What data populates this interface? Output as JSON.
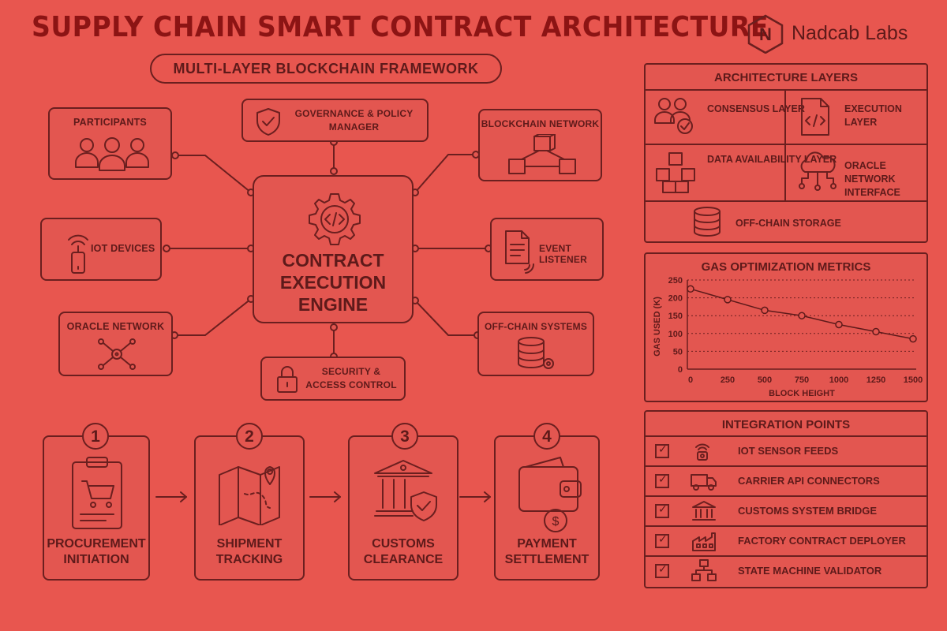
{
  "header": {
    "title": "SUPPLY CHAIN SMART CONTRACT ARCHITECTURE",
    "subtitle": "MULTI-LAYER BLOCKCHAIN FRAMEWORK",
    "brand": "Nadcab Labs",
    "brand_logo_letter": "N"
  },
  "diagram": {
    "center": {
      "label": "CONTRACT EXECUTION ENGINE",
      "lines": [
        "CONTRACT",
        "EXECUTION",
        "ENGINE"
      ]
    },
    "nodes": {
      "participants": "PARTICIPANTS",
      "governance": "GOVERNANCE & POLICY MANAGER",
      "blockchain": "BLOCKCHAIN NETWORK",
      "iot": "IOT DEVICES",
      "event": "EVENT LISTENER",
      "oracle": "ORACLE NETWORK",
      "offchain": "OFF-CHAIN SYSTEMS",
      "security": "SECURITY & ACCESS CONTROL"
    }
  },
  "steps": [
    {
      "number": "1",
      "label": "PROCUREMENT INITIATION",
      "icon": "clipboard-cart-icon"
    },
    {
      "number": "2",
      "label": "SHIPMENT TRACKING",
      "icon": "map-pin-icon"
    },
    {
      "number": "3",
      "label": "CUSTOMS CLEARANCE",
      "icon": "bank-shield-icon"
    },
    {
      "number": "4",
      "label": "PAYMENT SETTLEMENT",
      "icon": "wallet-dollar-icon"
    }
  ],
  "layers": {
    "title": "ARCHITECTURE LAYERS",
    "consensus": "CONSENSUS LAYER",
    "execution": "EXECUTION LAYER",
    "data": "DATA AVAILABILITY LAYER",
    "oracle": "ORACLE NETWORK INTERFACE",
    "storage": "OFF-CHAIN STORAGE"
  },
  "gas": {
    "title": "GAS OPTIMIZATION METRICS"
  },
  "chart_data": {
    "type": "line",
    "title": "GAS OPTIMIZATION METRICS",
    "xlabel": "BLOCK HEIGHT",
    "ylabel": "GAS USED (K)",
    "x": [
      0,
      250,
      500,
      750,
      1000,
      1250,
      1500
    ],
    "y": [
      225,
      195,
      165,
      150,
      125,
      105,
      85
    ],
    "xlim": [
      0,
      1500
    ],
    "ylim": [
      0,
      250
    ],
    "xticks": [
      0,
      250,
      500,
      750,
      1000,
      1250,
      1500
    ],
    "yticks": [
      0,
      50,
      100,
      150,
      200,
      250
    ],
    "grid": "horizontal dotted"
  },
  "integration": {
    "title": "INTEGRATION POINTS",
    "items": [
      {
        "label": "IOT SENSOR FEEDS",
        "icon": "sensor-icon",
        "checked": true
      },
      {
        "label": "CARRIER API CONNECTORS",
        "icon": "truck-icon",
        "checked": true
      },
      {
        "label": "CUSTOMS SYSTEM BRIDGE",
        "icon": "bank-icon",
        "checked": true
      },
      {
        "label": "FACTORY CONTRACT DEPLOYER",
        "icon": "factory-icon",
        "checked": true
      },
      {
        "label": "STATE MACHINE VALIDATOR",
        "icon": "flowchart-icon",
        "checked": true
      }
    ]
  },
  "colors": {
    "background": "#e8564f",
    "ink": "#5e1a1a",
    "title": "#8c1414"
  }
}
